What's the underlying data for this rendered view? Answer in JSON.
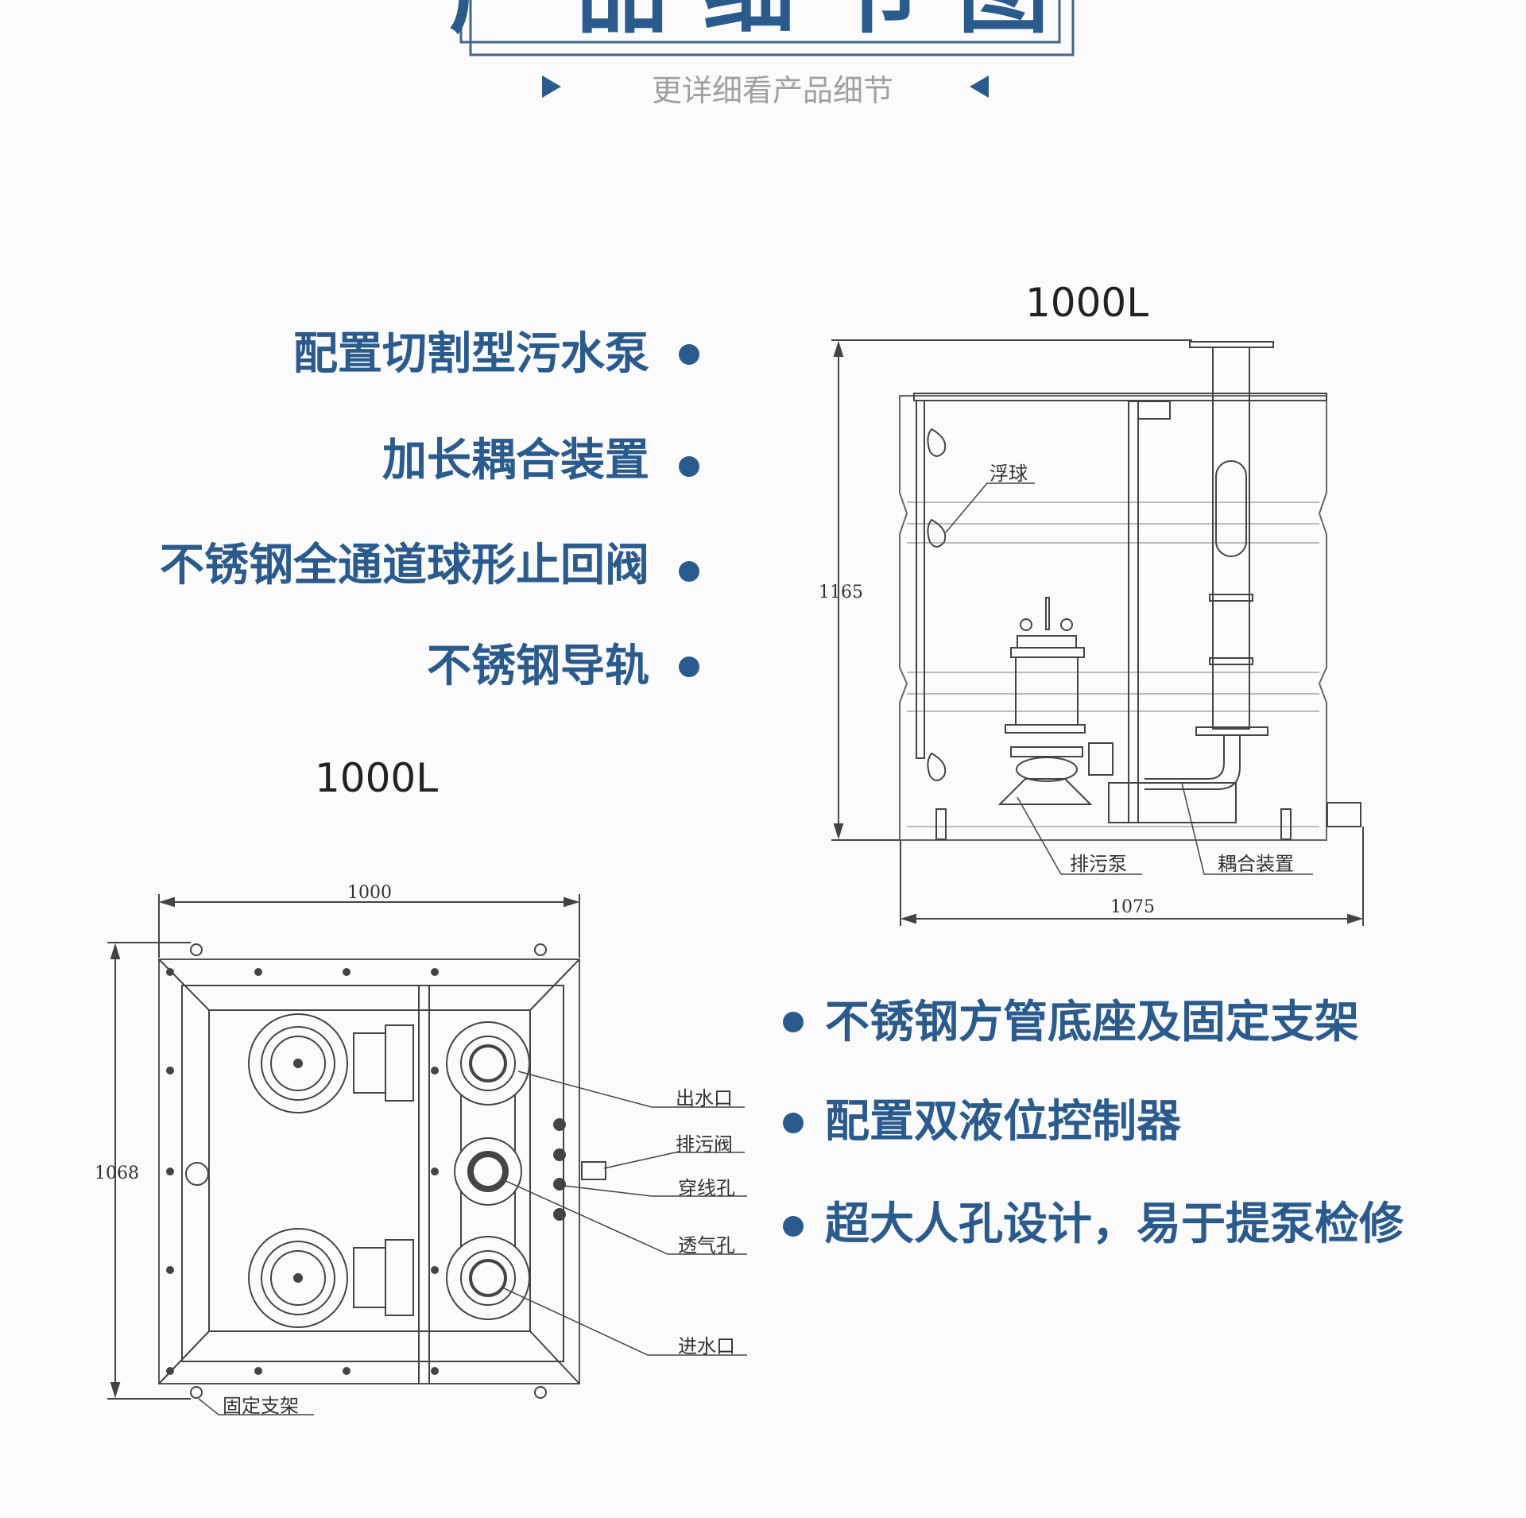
{
  "header": {
    "title": "产品细节图",
    "subtitle": "更详细看产品细节",
    "accent_color": "#2b5b8c"
  },
  "features_left": [
    "配置切割型污水泵",
    "加长耦合装置",
    "不锈钢全通道球形止回阀",
    "不锈钢导轨"
  ],
  "features_right": [
    "不锈钢方管底座及固定支架",
    "配置双液位控制器",
    "超大人孔设计，易于提泵检修"
  ],
  "side_view": {
    "caption": "1000L",
    "height_dim": "1165",
    "width_dim": "1075",
    "labels": {
      "float": "浮球",
      "pump": "排污泵",
      "coupling": "耦合装置"
    }
  },
  "top_view": {
    "caption": "1000L",
    "width_dim": "1000",
    "height_dim": "1068",
    "labels": {
      "outlet": "出水口",
      "drain_valve": "排污阀",
      "cable_hole": "穿线孔",
      "vent_hole": "透气孔",
      "inlet": "进水口",
      "fixed_bracket": "固定支架"
    }
  }
}
